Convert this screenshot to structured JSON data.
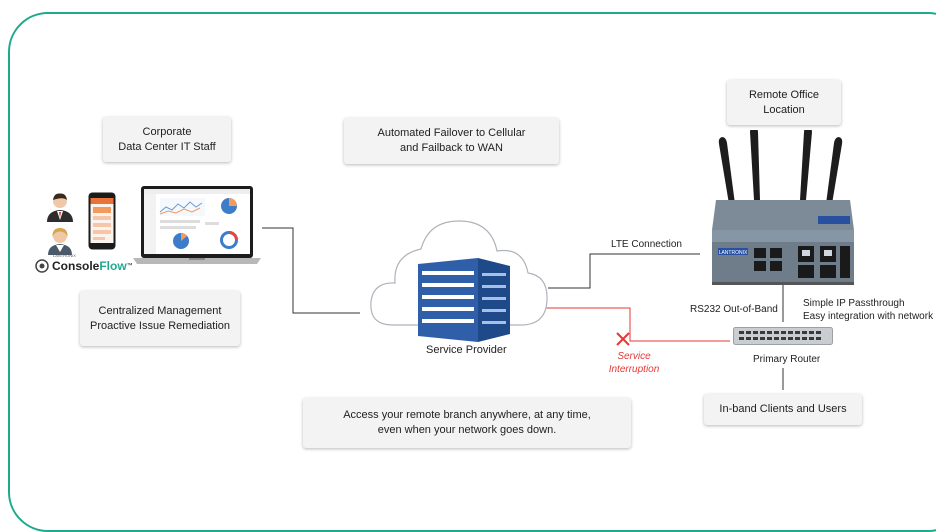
{
  "corporate_box": {
    "line1": "Corporate",
    "line2": "Data Center IT Staff"
  },
  "failover_box": {
    "line1": "Automated Failover to Cellular",
    "line2": "and Failback to WAN"
  },
  "remote_box": {
    "line1": "Remote Office",
    "line2": "Location"
  },
  "management_box": {
    "line1": "Centralized Management",
    "line2": "Proactive Issue Remediation"
  },
  "access_box": {
    "line1": "Access your remote branch anywhere, at any time,",
    "line2": "even when your network goes down."
  },
  "clients_box": {
    "label": "In-band Clients and Users"
  },
  "labels": {
    "lte_connection": "LTE Connection",
    "rs232": "RS232 Out-of-Band",
    "passthrough_line1": "Simple IP Passthrough",
    "passthrough_line2": "Easy integration with network",
    "service_provider": "Service Provider",
    "primary_router": "Primary Router",
    "service_interruption_line1": "Service",
    "service_interruption_line2": "Interruption"
  },
  "logo": {
    "brand_small": "LANTRONIX",
    "product_part1": "Console",
    "product_part2": "Flow",
    "trademark": "™"
  },
  "device": {
    "brand": "LANTRONIX"
  },
  "colors": {
    "frame": "#1faa8f",
    "interruption": "#e53935",
    "building": "#2f5fa8",
    "product_accent": "#1faa8f"
  }
}
